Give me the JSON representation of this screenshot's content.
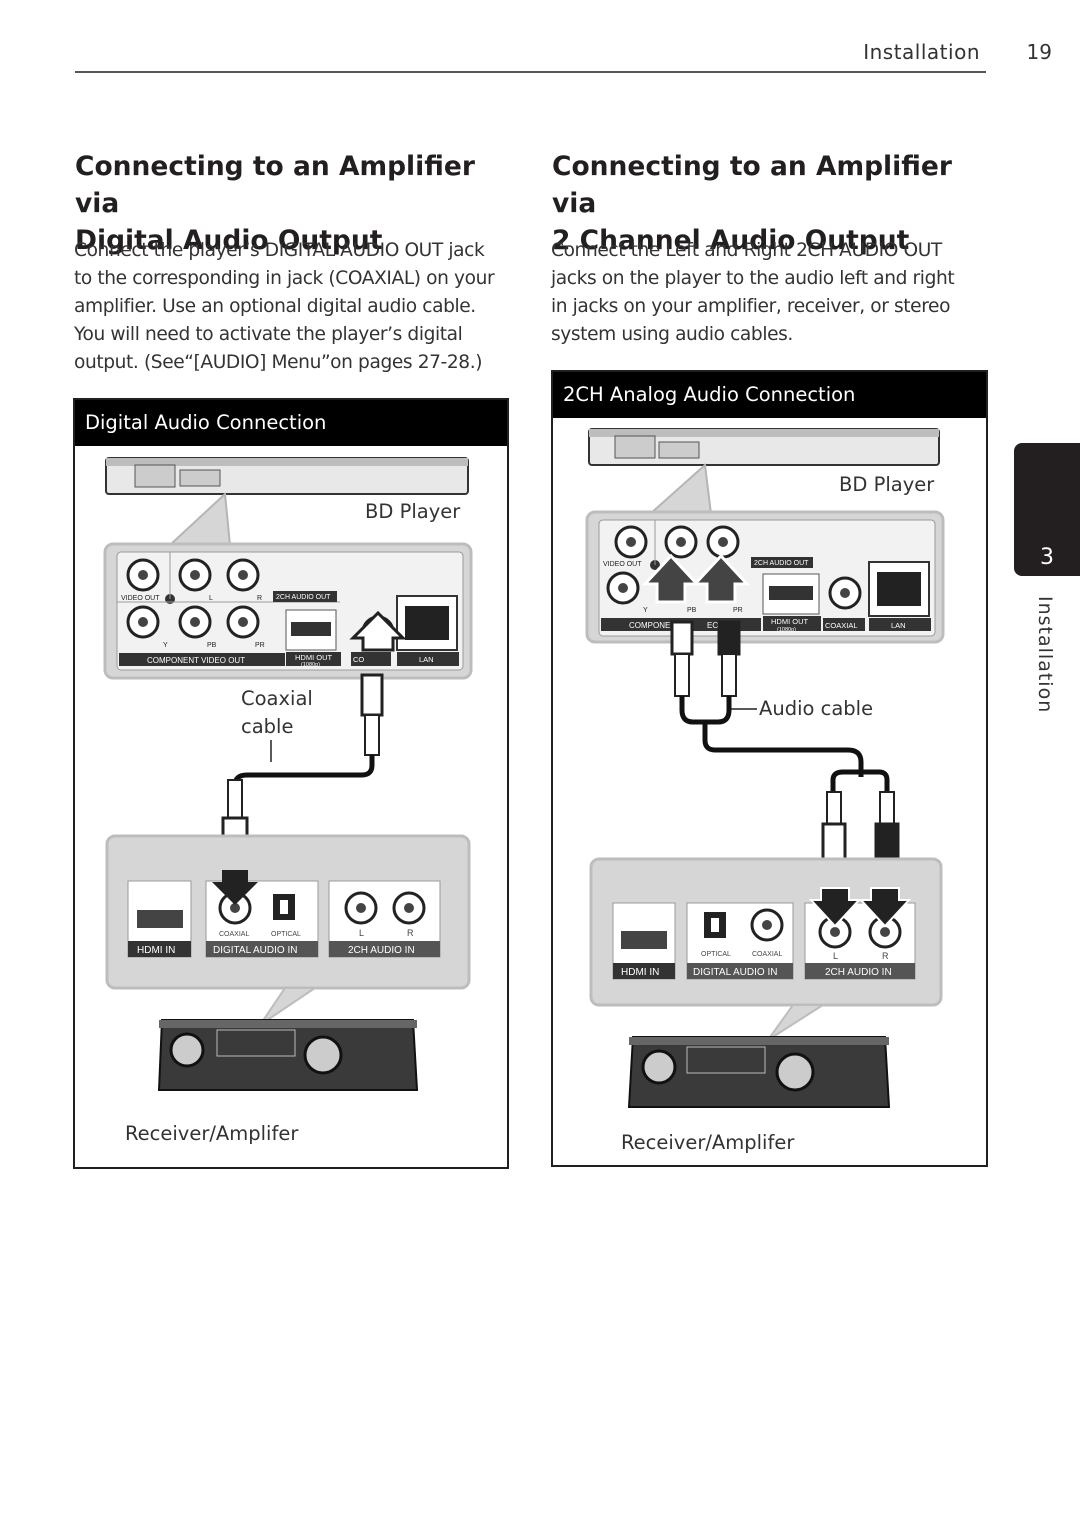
{
  "header": {
    "section": "Installation",
    "page_number": "19",
    "side_tab_number": "3",
    "side_tab_label": "Installation"
  },
  "left": {
    "title": "Connecting to an Amplifier via\nDigital Audio Output",
    "body": "Connect the player’s DIGITAL AUDIO OUT jack\nto the corresponding in jack (COAXIAL) on your\namplifier. Use an optional digital audio cable.\nYou will need to activate the player’s digital\noutput. (See“[AUDIO] Menu”on pages 27-28.)",
    "panel_title": "Digital Audio Connection",
    "bd_player_label": "BD Player",
    "cable_label": "Coaxial\ncable",
    "receiver_label": "Receiver/Amplifer",
    "player_jacks": {
      "video_out": "VIDEO OUT",
      "l": "L",
      "r": "R",
      "audio_out": "2CH AUDIO OUT",
      "y": "Y",
      "pb": "PB",
      "pr": "PR",
      "component": "COMPONENT VIDEO OUT",
      "hdmi": "HDMI OUT",
      "hdmi_res": "(1080p)",
      "coaxial": "CO",
      "lan": "LAN"
    },
    "receiver_jacks": {
      "coaxial": "COAXIAL",
      "optical": "OPTICAL",
      "l": "L",
      "r": "R",
      "hdmi_in": "HDMI IN",
      "digital_in": "DIGITAL AUDIO IN",
      "audio_in": "2CH AUDIO IN"
    }
  },
  "right": {
    "title": "Connecting to an Amplifier via\n2 Channel Audio Output",
    "body": "Connect the Left and Right 2CH AUDIO OUT\njacks on the player to the audio left and right\nin jacks on your amplifier, receiver, or stereo\nsystem using audio cables.",
    "panel_title": "2CH Analog Audio Connection",
    "bd_player_label": "BD Player",
    "cable_label": "Audio cable",
    "receiver_label": "Receiver/Amplifer",
    "player_jacks": {
      "video_out": "VIDEO OUT",
      "audio_out": "2CH AUDIO OUT",
      "y": "Y",
      "pb": "PB",
      "pr": "PR",
      "component": "COMPONEN",
      "component_tail": "EO OUT",
      "hdmi": "HDMI OUT",
      "hdmi_res": "(1080p)",
      "coaxial": "COAXIAL",
      "lan": "LAN"
    },
    "receiver_jacks": {
      "optical": "OPTICAL",
      "coaxial": "COAXIAL",
      "l": "L",
      "r": "R",
      "hdmi_in": "HDMI IN",
      "digital_in": "DIGITAL AUDIO IN",
      "audio_in": "2CH AUDIO IN"
    }
  }
}
